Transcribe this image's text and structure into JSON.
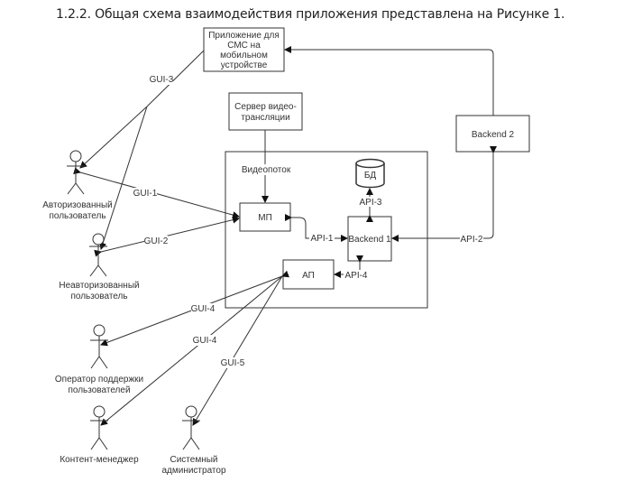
{
  "caption": "1.2.2. Общая схема взаимодействия приложения представлена на Рисунке 1.",
  "nodes": {
    "sms_app": [
      "Приложение для",
      "СМС на",
      "мобильном",
      "устройстве"
    ],
    "video_server": [
      "Сервер видео-",
      "трансляции"
    ],
    "mp": "МП",
    "ap": "АП",
    "db": "БД",
    "backend1": "Backend 1",
    "backend2": "Backend 2"
  },
  "actors": {
    "authorized": [
      "Авторизованный",
      "пользователь"
    ],
    "unauthorized": [
      "Неавторизованный",
      "пользователь"
    ],
    "operator": [
      "Оператор поддержки",
      "пользователей"
    ],
    "content_manager": [
      "Контент-менеджер"
    ],
    "sysadmin": [
      "Системный",
      "администратор"
    ]
  },
  "edges": {
    "gui1": "GUI-1",
    "gui2": "GUI-2",
    "gui3": "GUI-3",
    "gui4a": "GUI-4",
    "gui4b": "GUI-4",
    "gui5": "GUI-5",
    "api1": "API-1",
    "api2": "API-2",
    "api3": "API-3",
    "api4": "API-4",
    "videostream": "Видеопоток"
  }
}
